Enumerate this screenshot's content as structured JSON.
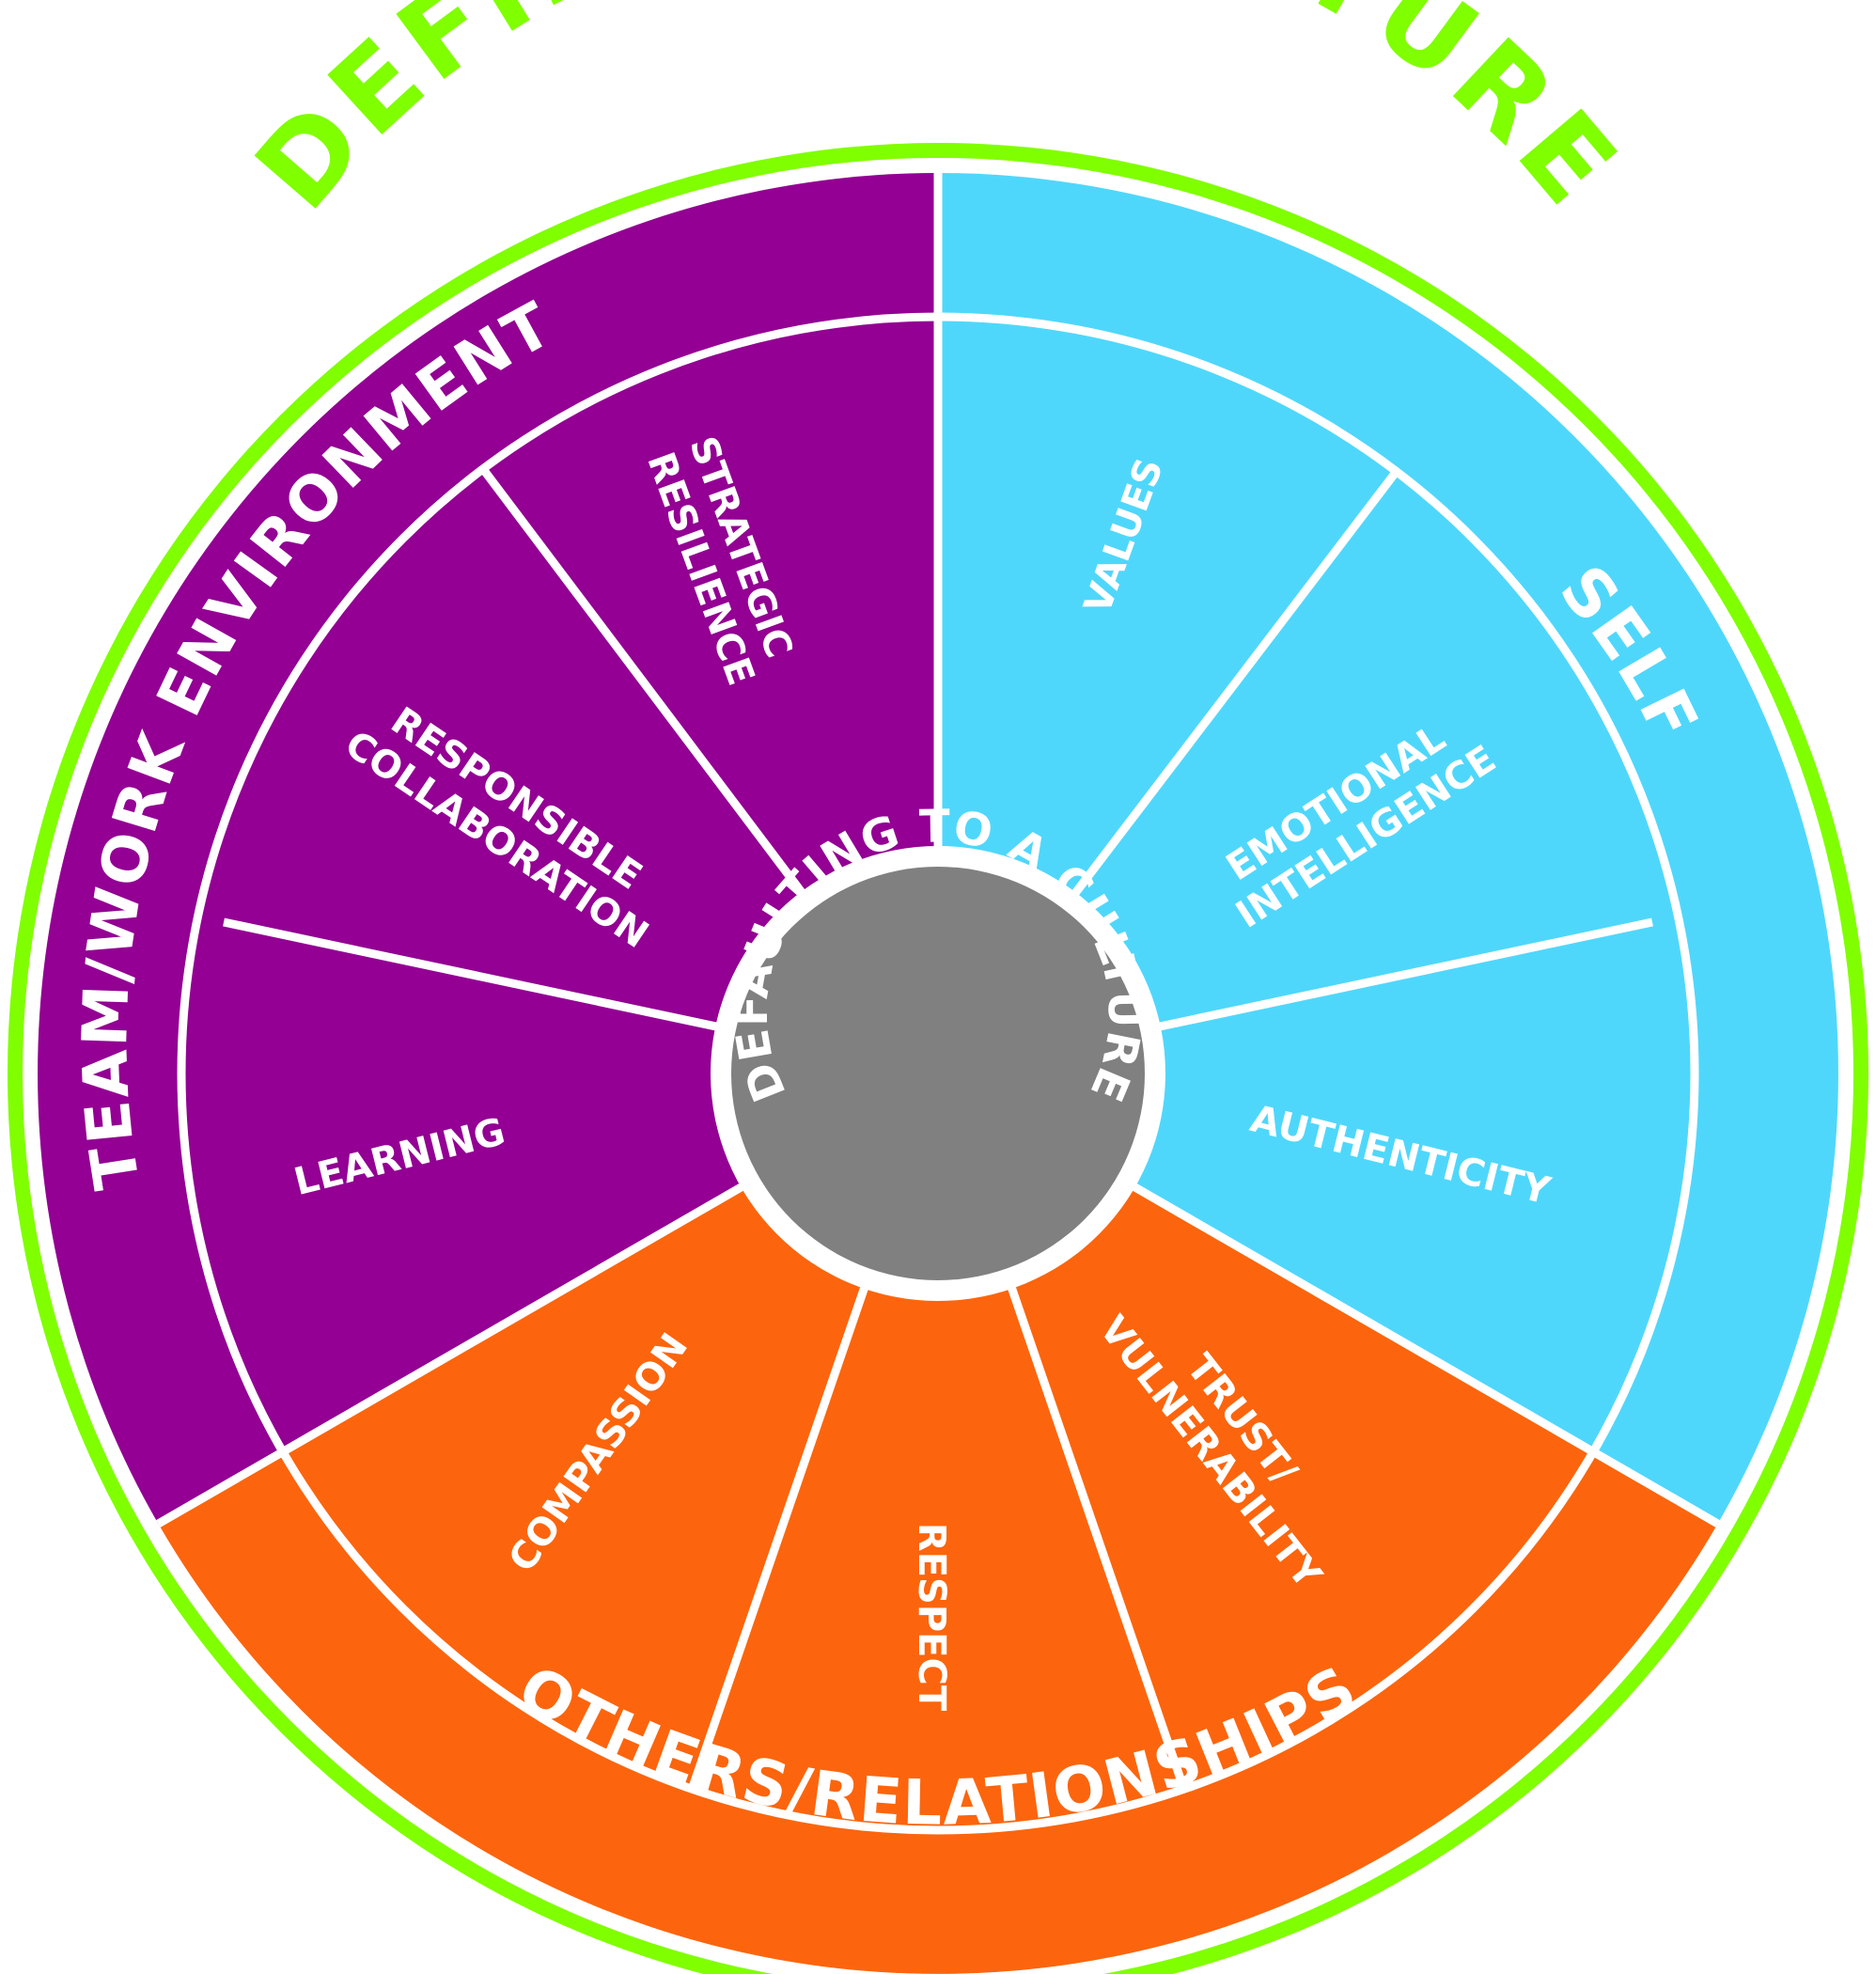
{
  "title": "DEFINING A CULTURE",
  "center_label": "DEFAULTING TO A CULTURE",
  "colors": {
    "ring": "#80ff00",
    "team": "#930093",
    "self": "#4fd7fb",
    "others": "#fc650d",
    "center": "#808080",
    "lines": "#ffffff"
  },
  "sections": [
    {
      "id": "team",
      "label": "TEAM/WORK ENVIRONMENT",
      "segments": [
        {
          "label_lines": [
            "STRATEGIC",
            "RESILIENCE"
          ]
        },
        {
          "label_lines": [
            "RESPONSIBLE",
            "COLLABORATION"
          ]
        },
        {
          "label_lines": [
            "LEARNING"
          ]
        }
      ]
    },
    {
      "id": "self",
      "label": "SELF",
      "segments": [
        {
          "label_lines": [
            "VALUES"
          ]
        },
        {
          "label_lines": [
            "EMOTIONAL",
            "INTELLIGENCE"
          ]
        },
        {
          "label_lines": [
            "AUTHENTICITY"
          ]
        }
      ]
    },
    {
      "id": "others",
      "label": "OTHERS/RELATIONSHIPS",
      "segments": [
        {
          "label_lines": [
            "COMPASSION"
          ]
        },
        {
          "label_lines": [
            "RESPECT"
          ]
        },
        {
          "label_lines": [
            "TRUST/",
            "VULNERABILITY"
          ]
        }
      ]
    }
  ]
}
